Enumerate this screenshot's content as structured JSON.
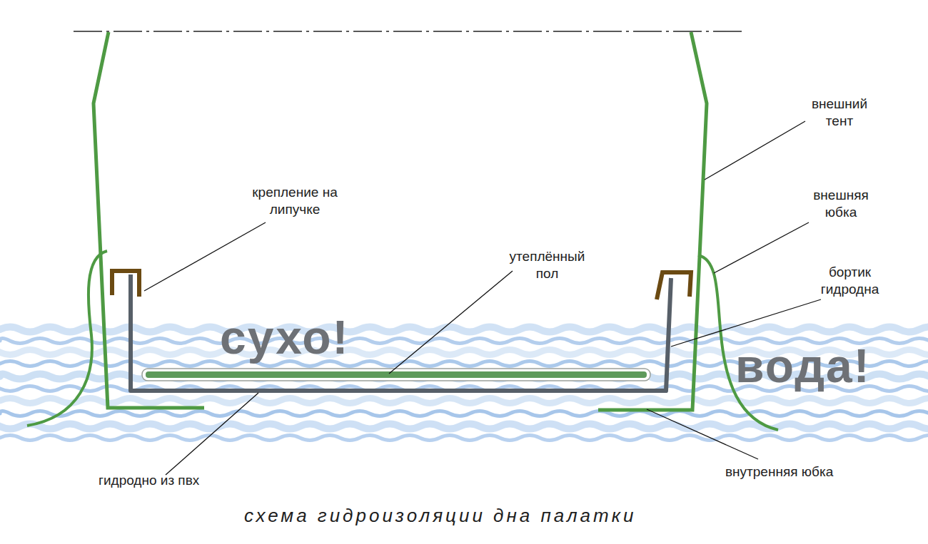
{
  "diagram": {
    "caption": "схема гидроизоляции дна палатки",
    "labels": [
      "крепление на липучке",
      "утеплённый пол",
      "внешний тент",
      "внешняя юбка",
      "бортик гидродна",
      "сухо!",
      "вода!",
      "гидродно из пвх",
      "внутренняя юбка"
    ]
  }
}
